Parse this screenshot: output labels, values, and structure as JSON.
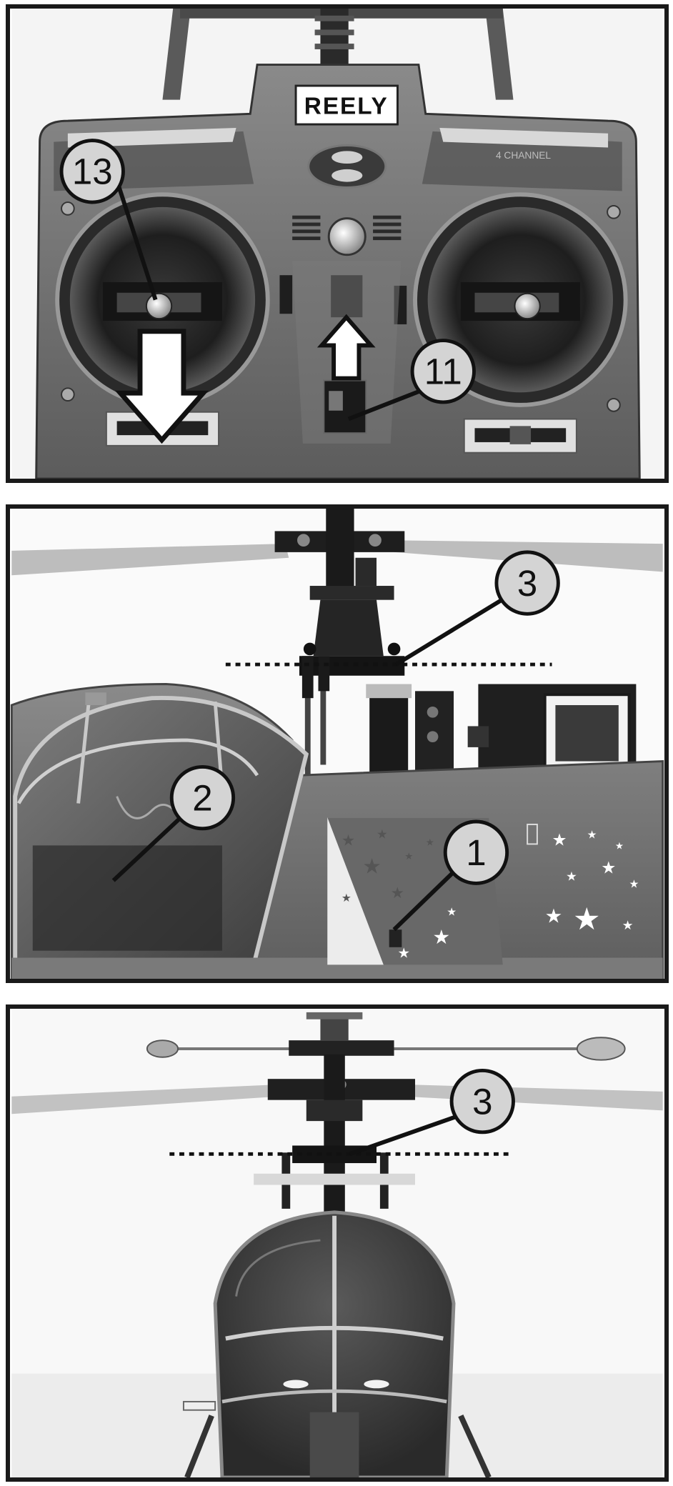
{
  "panels": [
    {
      "subject": "remote control transmitter",
      "logo": "REELY",
      "left_stripe_text": "",
      "right_stripe_text": "4 CHANNEL",
      "callouts": [
        "13",
        "11"
      ]
    },
    {
      "subject": "helicopter side view",
      "callouts": [
        "3",
        "2",
        "1"
      ]
    },
    {
      "subject": "helicopter front view",
      "callouts": [
        "3"
      ]
    }
  ],
  "colors": {
    "frame": "#1a1a1a",
    "callout_fill": "#d4d4d4",
    "body_gray": "#6b6b6b",
    "dark": "#222222"
  }
}
